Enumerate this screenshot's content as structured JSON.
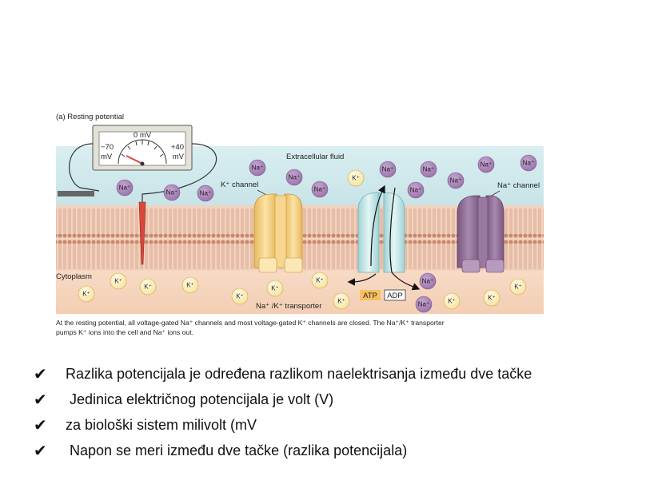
{
  "figure": {
    "panel_label": "(a) Resting potential",
    "meter": {
      "zero_label": "0 mV",
      "left_label_1": "−70",
      "left_label_2": "mV",
      "right_label_1": "+40",
      "right_label_2": "mV"
    },
    "labels": {
      "extracellular": "Extracellular fluid",
      "cytoplasm": "Cytoplasm",
      "k_channel": "K⁺ channel",
      "na_channel": "Na⁺ channel",
      "transporter": "Na⁺ /K⁺ transporter",
      "atp": "ATP",
      "adp": "ADP"
    },
    "ions": {
      "na": "Na⁺",
      "k": "K⁺"
    },
    "caption_line_1": "At the resting potential, all voltage-gated Na⁺ channels and most voltage-gated K⁺ channels are closed. The Na⁺/K⁺ transporter",
    "caption_line_2": "pumps K⁺ ions into the cell and Na⁺ ions out.",
    "colors": {
      "extracellular_bg": "#cfe6ea",
      "cytoplasm_bg": "#f6d9c4",
      "na_ion": "#a67fb5",
      "k_ion": "#fbeeb8",
      "k_channel": "#f3cf7e",
      "na_channel": "#8b6790",
      "transporter": "#bfe3e3",
      "atp": "#f7c060",
      "electrode": "#d9473c"
    }
  },
  "bullets": {
    "check_symbol": "✔",
    "items": [
      "Razlika potencijala je određena razlikom naelektrisanja između dve tačke",
      " Jedinica električnog potencijala je volt (V)",
      "za biološki sistem milivolt (mV",
      " Napon se meri između dve tačke (razlika potencijala)"
    ]
  }
}
